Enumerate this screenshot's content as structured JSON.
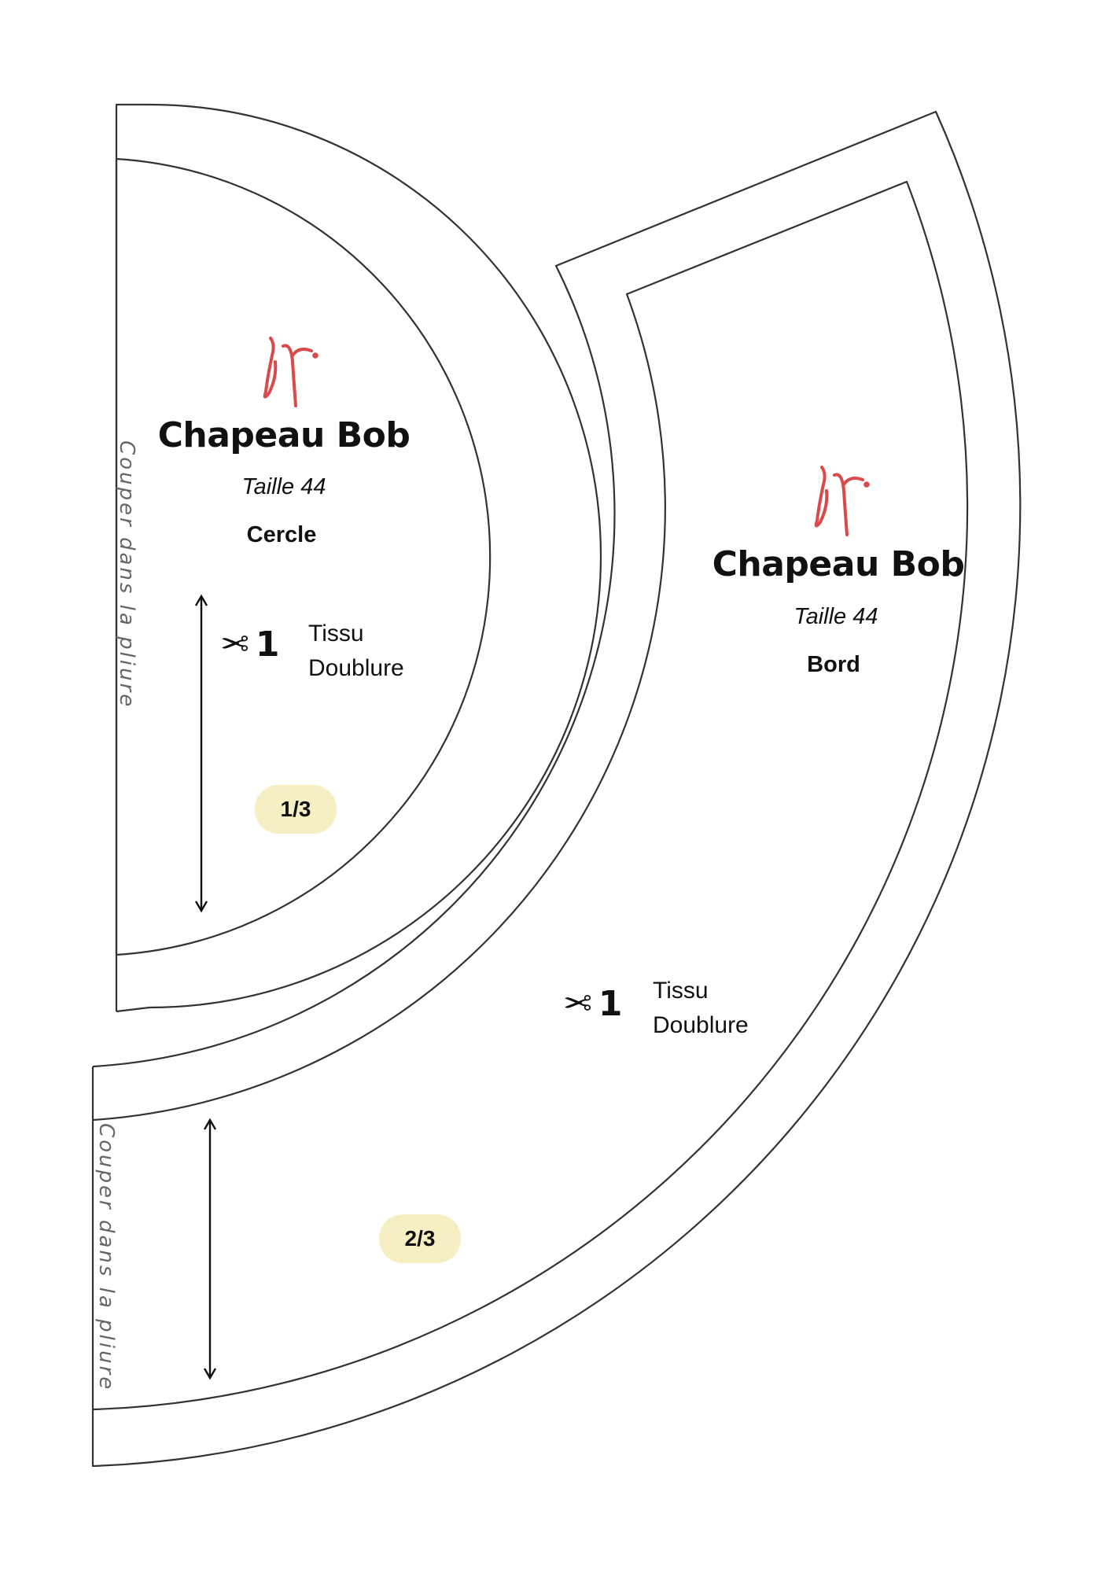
{
  "brand": {
    "logo_text": "jr.",
    "logo_color": "#d94a4a"
  },
  "pieces": [
    {
      "title": "Chapeau Bob",
      "size": "Taille 44",
      "name": "Cercle",
      "cut_count": "1",
      "cut_materials": [
        "Tissu",
        "Doublure"
      ],
      "page_part": "1/3",
      "fold_instruction": "Couper dans la pliure"
    },
    {
      "title": "Chapeau Bob",
      "size": "Taille 44",
      "name": "Bord",
      "cut_count": "1",
      "cut_materials": [
        "Tissu",
        "Doublure"
      ],
      "page_part": "2/3",
      "fold_instruction": "Couper dans la pliure"
    }
  ],
  "colors": {
    "badge": "#f6efc4",
    "line": "#333333",
    "fold_text": "#666666"
  }
}
